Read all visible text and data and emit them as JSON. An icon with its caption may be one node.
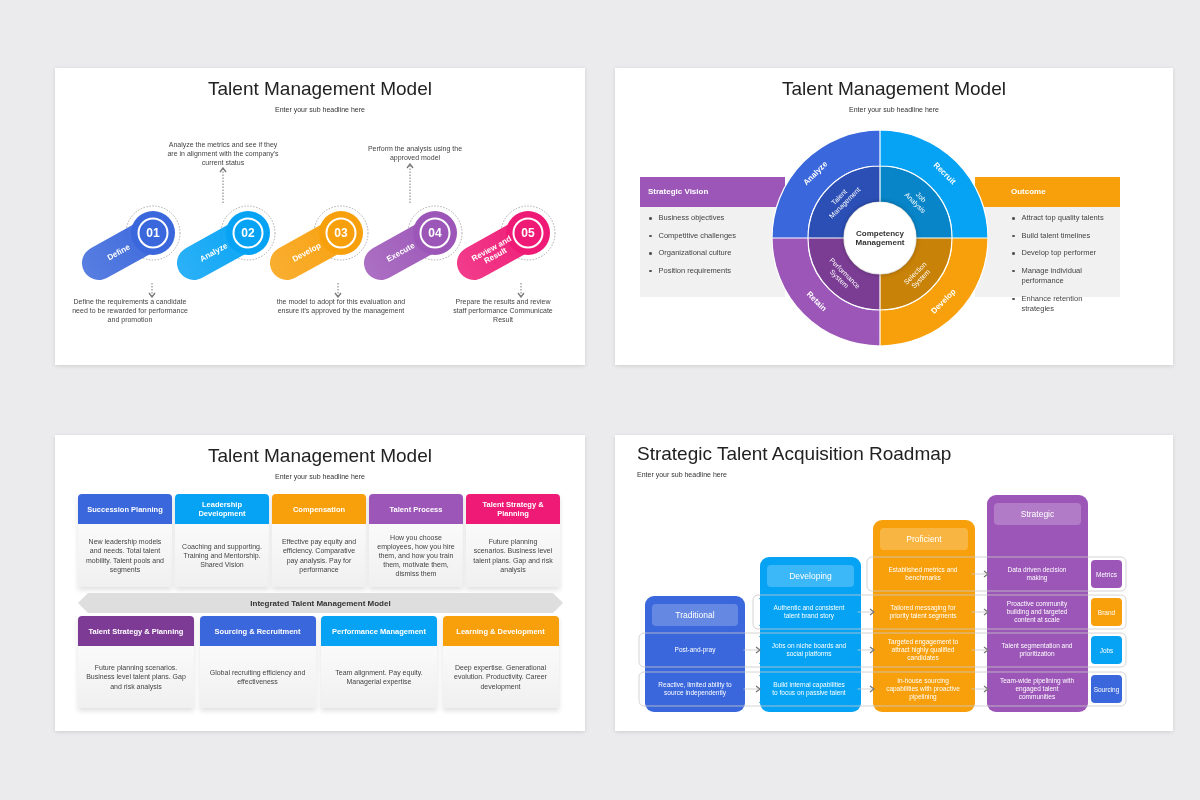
{
  "diagram": {
    "nodes": [
      {
        "text": [
          "Talent Management Model",
          "Enter your sub headline here"
        ]
      },
      {
        "text": [
          "Define",
          "01"
        ],
        "in": 0
      },
      {
        "text": [
          "Analyze",
          "02"
        ],
        "in": 0
      },
      {
        "text": [
          "Develop",
          "03"
        ],
        "in": 0
      },
      {
        "text": [
          "Execute",
          "04"
        ],
        "in": 0
      },
      {
        "text": [
          "Review and Result",
          "05"
        ],
        "in": 0
      },
      {
        "text": [
          "Define the requirements a candidate need to be rewarded for performance and promotion"
        ],
        "in": 0
      },
      {
        "text": [
          "Analyze the metrics and see if they are in alignment with the company's current status"
        ],
        "in": 0
      },
      {
        "text": [
          "the model to adopt for this evaluation and ensure it's approved by the management"
        ],
        "in": 0
      },
      {
        "text": [
          "Perform the analysis using the approved model"
        ],
        "in": 0
      },
      {
        "text": [
          "Prepare the results and review staff performance Communicate Result"
        ],
        "in": 0
      },
      {
        "text": [
          "Talent Management Model",
          "Enter your sub headline here"
        ]
      },
      {
        "text": [
          "Strategic Vision",
          "Business objectives",
          "Competitive challenges",
          "Organizational culture",
          "Position requirements"
        ],
        "in": 11
      },
      {
        "text": [
          "Outcome",
          "Attract top quality talents",
          "Build talent timelines",
          "Develop top performer",
          "Manage individual performance",
          "Enhance retention strategies"
        ],
        "in": 11
      },
      {
        "text": [
          "Analyze"
        ],
        "in": 11
      },
      {
        "text": [
          "Recruit"
        ],
        "in": 11
      },
      {
        "text": [
          "Retain"
        ],
        "in": 11
      },
      {
        "text": [
          "Develop"
        ],
        "in": 11
      },
      {
        "text": [
          "Talent Management"
        ],
        "in": 11
      },
      {
        "text": [
          "Job Analysis"
        ],
        "in": 11
      },
      {
        "text": [
          "Performance System"
        ],
        "in": 11
      },
      {
        "text": [
          "Selection System"
        ],
        "in": 11
      },
      {
        "text": [
          "Competency Management"
        ],
        "in": 11
      },
      {
        "text": [
          "Talent Management Model",
          "Enter your sub headline here"
        ]
      },
      {
        "text": [
          "Succession Planning",
          "New leadership models and needs. Total talent mobility. Talent pools and segments"
        ],
        "in": 23
      },
      {
        "text": [
          "Leadership Development",
          "Coaching and supporting. Training and Mentorship. Shared Vision"
        ],
        "in": 23
      },
      {
        "text": [
          "Compensation",
          "Effective pay equity and efficiency. Comparative pay analysis. Pay for performance"
        ],
        "in": 23
      },
      {
        "text": [
          "Talent Process",
          "How you choose employees, how you hire them, and how you train them, motivate them, dismiss them"
        ],
        "in": 23
      },
      {
        "text": [
          "Talent Strategy & Planning",
          "Future planning scenarios. Business level talent plans. Gap and risk analysis"
        ],
        "in": 23
      },
      {
        "text": [
          "Integrated Talent Management Model"
        ],
        "in": 23
      },
      {
        "text": [
          "Talent Strategy & Planning",
          "Future planning scenarios. Business level talent plans. Gap and risk analysis"
        ],
        "in": 23
      },
      {
        "text": [
          "Sourcing & Recruitment",
          "Global recruiting efficiency and effectiveness"
        ],
        "in": 23
      },
      {
        "text": [
          "Performance Management",
          "Team alignment. Pay equity. Managerial expertise"
        ],
        "in": 23
      },
      {
        "text": [
          "Learning & Development",
          "Deep expertise. Generational evolution. Productivity. Career development"
        ],
        "in": 23
      },
      {
        "text": [
          "Strategic Talent Acquisition Roadmap",
          "Enter your sub headline here"
        ]
      },
      {
        "text": [
          "Traditional"
        ],
        "in": 34
      },
      {
        "text": [
          "Developing"
        ],
        "in": 34
      },
      {
        "text": [
          "Proficient"
        ],
        "in": 34
      },
      {
        "text": [
          "Strategic"
        ],
        "in": 34
      },
      {
        "text": [
          "Established metrics and benchmarks"
        ],
        "in": 37
      },
      {
        "text": [
          "Data driven decision making"
        ],
        "in": 38
      },
      {
        "text": [
          "Metrics"
        ],
        "in": 34
      },
      {
        "text": [
          "Authentic and consistent talent brand story"
        ],
        "in": 36
      },
      {
        "text": [
          "Tailored messaging for priority talent segments"
        ],
        "in": 37
      },
      {
        "text": [
          "Proactive community building and targeted content at scale"
        ],
        "in": 38
      },
      {
        "text": [
          "Brand"
        ],
        "in": 34
      },
      {
        "text": [
          "Post-and-pray"
        ],
        "in": 35
      },
      {
        "text": [
          "Jobs on niche boards and social platforms"
        ],
        "in": 36
      },
      {
        "text": [
          "Targeted engagement to attract highly qualified candidates"
        ],
        "in": 37
      },
      {
        "text": [
          "Talent segmentation and prioritization"
        ],
        "in": 38
      },
      {
        "text": [
          "Jobs"
        ],
        "in": 34
      },
      {
        "text": [
          "Reactive, limited ability to source independently"
        ],
        "in": 35
      },
      {
        "text": [
          "Build internal capabilities to focus on passive talent"
        ],
        "in": 36
      },
      {
        "text": [
          "In-house sourcing capabilities with proactive pipelining"
        ],
        "in": 37
      },
      {
        "text": [
          "Team-wide pipelining with engaged talent communities"
        ],
        "in": 38
      },
      {
        "text": [
          "Sourcing"
        ],
        "in": 34
      }
    ],
    "edges": [
      {
        "from": 1,
        "to": 6,
        "arrow": "to",
        "style": "dashed",
        "color": "#555555"
      },
      {
        "from": 2,
        "to": 7,
        "arrow": "to",
        "style": "dashed",
        "color": "#555555"
      },
      {
        "from": 3,
        "to": 8,
        "arrow": "to",
        "style": "dashed",
        "color": "#555555"
      },
      {
        "from": 4,
        "to": 9,
        "arrow": "to",
        "style": "dashed",
        "color": "#555555"
      },
      {
        "from": 5,
        "to": 10,
        "arrow": "to",
        "style": "dashed",
        "color": "#555555"
      },
      {
        "from": 39,
        "to": 40,
        "arrow": "to"
      },
      {
        "from": 42,
        "to": 43,
        "arrow": "to"
      },
      {
        "from": 43,
        "to": 44,
        "arrow": "to"
      },
      {
        "from": 46,
        "to": 47,
        "arrow": "to"
      },
      {
        "from": 47,
        "to": 48,
        "arrow": "to"
      },
      {
        "from": 48,
        "to": 49,
        "arrow": "to"
      },
      {
        "from": 51,
        "to": 52,
        "arrow": "to"
      },
      {
        "from": 52,
        "to": 53,
        "arrow": "to"
      },
      {
        "from": 53,
        "to": 54,
        "arrow": "to"
      }
    ]
  }
}
